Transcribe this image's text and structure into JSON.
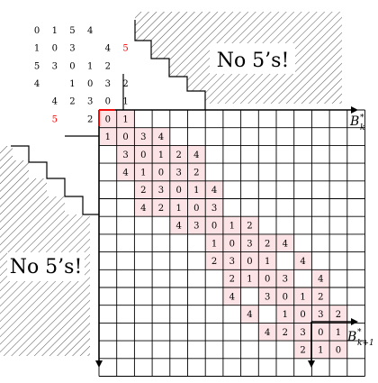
{
  "top_region_label": "No 5’s!",
  "left_region_label": "No 5’s!",
  "axis_top_label": "B",
  "axis_top_sup": "*",
  "axis_top_sub": "k",
  "axis_bottom_label": "B",
  "axis_bottom_sup": "*",
  "axis_bottom_sub": "k+1",
  "colors": {
    "highlight": "#fbe3e6",
    "red": "#ff0000",
    "line": "#000000"
  },
  "grid": {
    "cols": 15,
    "rows": 15
  },
  "cells": [
    {
      "r": 0,
      "c": 0,
      "v": "0",
      "h": true
    },
    {
      "r": 0,
      "c": 1,
      "v": "1",
      "h": true
    },
    {
      "r": 1,
      "c": 0,
      "v": "1",
      "h": true
    },
    {
      "r": 1,
      "c": 1,
      "v": "0",
      "h": true
    },
    {
      "r": 1,
      "c": 2,
      "v": "3",
      "h": true
    },
    {
      "r": 1,
      "c": 3,
      "v": "4",
      "h": true
    },
    {
      "r": 2,
      "c": 1,
      "v": "3",
      "h": true
    },
    {
      "r": 2,
      "c": 2,
      "v": "0",
      "h": true
    },
    {
      "r": 2,
      "c": 3,
      "v": "1",
      "h": true
    },
    {
      "r": 2,
      "c": 4,
      "v": "2",
      "h": true
    },
    {
      "r": 2,
      "c": 5,
      "v": "4",
      "h": true
    },
    {
      "r": 3,
      "c": 1,
      "v": "4",
      "h": true
    },
    {
      "r": 3,
      "c": 2,
      "v": "1",
      "h": true
    },
    {
      "r": 3,
      "c": 3,
      "v": "0",
      "h": true
    },
    {
      "r": 3,
      "c": 4,
      "v": "3",
      "h": true
    },
    {
      "r": 3,
      "c": 5,
      "v": "2",
      "h": true
    },
    {
      "r": 4,
      "c": 2,
      "v": "2",
      "h": true
    },
    {
      "r": 4,
      "c": 3,
      "v": "3",
      "h": true
    },
    {
      "r": 4,
      "c": 4,
      "v": "0",
      "h": true
    },
    {
      "r": 4,
      "c": 5,
      "v": "1",
      "h": true
    },
    {
      "r": 4,
      "c": 6,
      "v": "4",
      "h": true
    },
    {
      "r": 5,
      "c": 2,
      "v": "4",
      "h": true
    },
    {
      "r": 5,
      "c": 3,
      "v": "2",
      "h": true
    },
    {
      "r": 5,
      "c": 4,
      "v": "1",
      "h": true
    },
    {
      "r": 5,
      "c": 5,
      "v": "0",
      "h": true
    },
    {
      "r": 5,
      "c": 6,
      "v": "3",
      "h": true
    },
    {
      "r": 6,
      "c": 4,
      "v": "4",
      "h": true
    },
    {
      "r": 6,
      "c": 5,
      "v": "3",
      "h": true
    },
    {
      "r": 6,
      "c": 6,
      "v": "0",
      "h": true
    },
    {
      "r": 6,
      "c": 7,
      "v": "1",
      "h": true
    },
    {
      "r": 6,
      "c": 8,
      "v": "2",
      "h": true
    },
    {
      "r": 7,
      "c": 6,
      "v": "1",
      "h": true
    },
    {
      "r": 7,
      "c": 7,
      "v": "0",
      "h": true
    },
    {
      "r": 7,
      "c": 8,
      "v": "3",
      "h": true
    },
    {
      "r": 7,
      "c": 9,
      "v": "2",
      "h": true
    },
    {
      "r": 7,
      "c": 10,
      "v": "4",
      "h": true
    },
    {
      "r": 8,
      "c": 6,
      "v": "2",
      "h": true
    },
    {
      "r": 8,
      "c": 7,
      "v": "3",
      "h": true
    },
    {
      "r": 8,
      "c": 8,
      "v": "0",
      "h": true
    },
    {
      "r": 8,
      "c": 9,
      "v": "1",
      "h": true
    },
    {
      "r": 8,
      "c": 11,
      "v": "4",
      "h": true
    },
    {
      "r": 9,
      "c": 7,
      "v": "2",
      "h": true
    },
    {
      "r": 9,
      "c": 8,
      "v": "1",
      "h": true
    },
    {
      "r": 9,
      "c": 9,
      "v": "0",
      "h": true
    },
    {
      "r": 9,
      "c": 10,
      "v": "3",
      "h": true
    },
    {
      "r": 9,
      "c": 12,
      "v": "4",
      "h": true
    },
    {
      "r": 10,
      "c": 7,
      "v": "4",
      "h": true
    },
    {
      "r": 10,
      "c": 9,
      "v": "3",
      "h": true
    },
    {
      "r": 10,
      "c": 10,
      "v": "0",
      "h": true
    },
    {
      "r": 10,
      "c": 11,
      "v": "1",
      "h": true
    },
    {
      "r": 10,
      "c": 12,
      "v": "2",
      "h": true
    },
    {
      "r": 11,
      "c": 8,
      "v": "4",
      "h": true
    },
    {
      "r": 11,
      "c": 10,
      "v": "1",
      "h": true
    },
    {
      "r": 11,
      "c": 11,
      "v": "0",
      "h": true
    },
    {
      "r": 11,
      "c": 12,
      "v": "3",
      "h": true
    },
    {
      "r": 11,
      "c": 13,
      "v": "2",
      "h": true
    },
    {
      "r": 12,
      "c": 9,
      "v": "4",
      "h": true
    },
    {
      "r": 12,
      "c": 10,
      "v": "2",
      "h": true
    },
    {
      "r": 12,
      "c": 11,
      "v": "3",
      "h": true
    },
    {
      "r": 12,
      "c": 12,
      "v": "0",
      "h": true
    },
    {
      "r": 12,
      "c": 13,
      "v": "1",
      "h": true
    },
    {
      "r": 13,
      "c": 11,
      "v": "2",
      "h": true
    },
    {
      "r": 13,
      "c": 12,
      "v": "1",
      "h": true
    },
    {
      "r": 13,
      "c": 13,
      "v": "0",
      "h": true
    }
  ],
  "outside_numbers": [
    {
      "r": -5,
      "c": -4,
      "v": "0"
    },
    {
      "r": -5,
      "c": -3,
      "v": "1"
    },
    {
      "r": -5,
      "c": -2,
      "v": "5"
    },
    {
      "r": -5,
      "c": -1,
      "v": "4"
    },
    {
      "r": -4,
      "c": -4,
      "v": "1"
    },
    {
      "r": -4,
      "c": -3,
      "v": "0"
    },
    {
      "r": -4,
      "c": -2,
      "v": "3"
    },
    {
      "r": -4,
      "c": 0,
      "v": "4"
    },
    {
      "r": -4,
      "c": 1,
      "v": "5",
      "red": true
    },
    {
      "r": -3,
      "c": -4,
      "v": "5"
    },
    {
      "r": -3,
      "c": -3,
      "v": "3"
    },
    {
      "r": -3,
      "c": -2,
      "v": "0"
    },
    {
      "r": -3,
      "c": -1,
      "v": "1"
    },
    {
      "r": -3,
      "c": 0,
      "v": "2"
    },
    {
      "r": -2,
      "c": -4,
      "v": "4"
    },
    {
      "r": -2,
      "c": -2,
      "v": "1"
    },
    {
      "r": -2,
      "c": -1,
      "v": "0"
    },
    {
      "r": -2,
      "c": 0,
      "v": "3"
    },
    {
      "r": -2,
      "c": 1,
      "v": "2"
    },
    {
      "r": -1,
      "c": -3,
      "v": "4"
    },
    {
      "r": -1,
      "c": -2,
      "v": "2"
    },
    {
      "r": -1,
      "c": -1,
      "v": "3"
    },
    {
      "r": -1,
      "c": 0,
      "v": "0"
    },
    {
      "r": -1,
      "c": 1,
      "v": "1"
    },
    {
      "r": 0,
      "c": -3,
      "v": "5",
      "red": true
    },
    {
      "r": 0,
      "c": -1,
      "v": "2"
    }
  ]
}
